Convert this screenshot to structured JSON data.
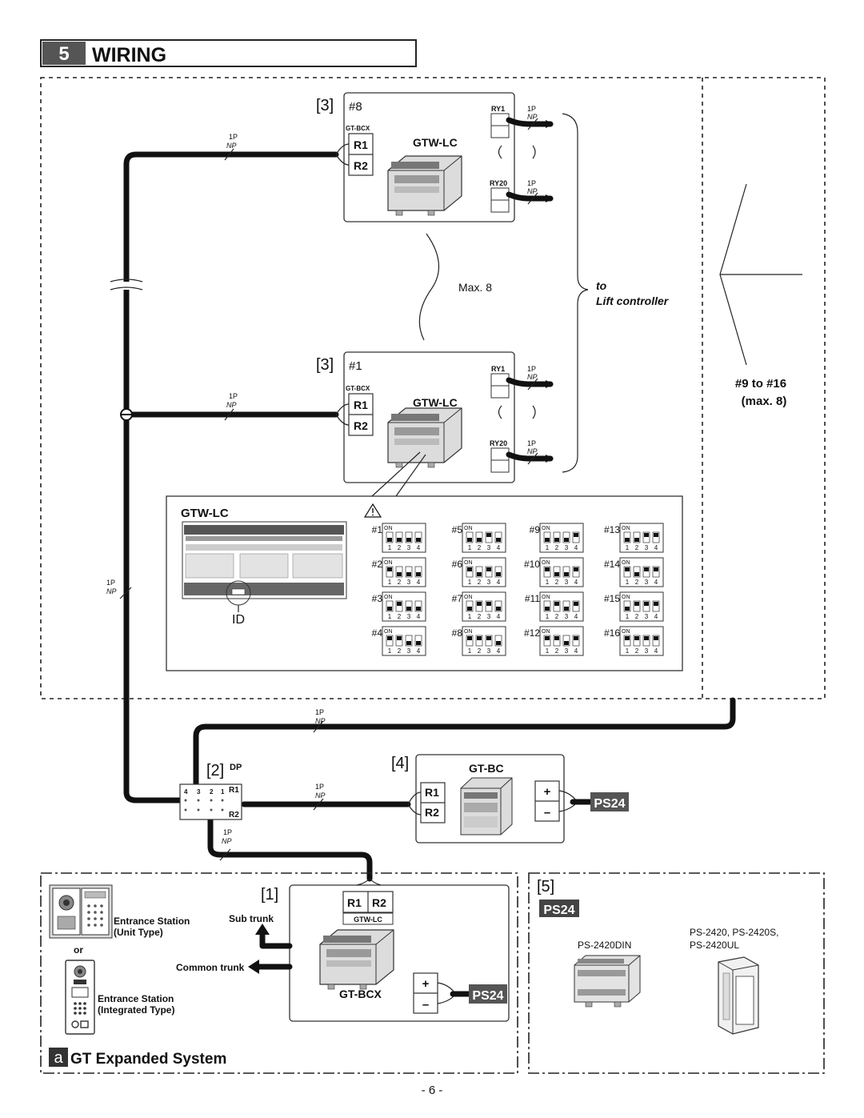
{
  "header": {
    "section_number": "5",
    "title": "WIRING"
  },
  "unit": {
    "tag": "[3]",
    "dev_top": "#8",
    "dev_bottom": "#1",
    "bus_label": "GT-BCX",
    "r1": "R1",
    "r2": "R2",
    "model": "GTW-LC",
    "ry_first": "RY1",
    "ry_last": "RY20"
  },
  "cable": {
    "pairs": "1P",
    "type": "NP"
  },
  "max_label": "Max. 8",
  "lift": {
    "to": "to",
    "target": "Lift controller"
  },
  "expansion": {
    "range": "#9 to #16",
    "max": "(max. 8)"
  },
  "dip": {
    "model_label": "GTW-LC",
    "id_label": "ID",
    "on_label": "ON",
    "switch_numbers": [
      "1",
      "2",
      "3",
      "4"
    ],
    "units": [
      "#1",
      "#2",
      "#3",
      "#4",
      "#5",
      "#6",
      "#7",
      "#8",
      "#9",
      "#10",
      "#11",
      "#12",
      "#13",
      "#14",
      "#15",
      "#16"
    ]
  },
  "dp": {
    "tag": "[2]",
    "label": "DP",
    "terminals": [
      "4",
      "3",
      "2",
      "1"
    ],
    "r1": "R1",
    "r2": "R2"
  },
  "gtbc": {
    "tag": "[4]",
    "model": "GT-BC",
    "r1": "R1",
    "r2": "R2",
    "plus": "+",
    "minus": "–",
    "power": "PS24"
  },
  "gtbcx": {
    "tag": "[1]",
    "r1": "R1",
    "r2": "R2",
    "sub_label": "GTW-LC",
    "model": "GT-BCX",
    "plus": "+",
    "minus": "–",
    "power": "PS24"
  },
  "entrance": {
    "unit_line1": "Entrance Station",
    "unit_line2": "(Unit Type)",
    "or": "or",
    "integrated_line1": "Entrance Station",
    "integrated_line2": "(Integrated Type)",
    "sub_trunk": "Sub trunk",
    "common_trunk": "Common trunk"
  },
  "system": {
    "letter": "a",
    "name": "GT Expanded System"
  },
  "ps24_panel": {
    "tag": "[5]",
    "badge": "PS24",
    "din_model": "PS-2420DIN",
    "other_models_line1": "PS-2420, PS-2420S,",
    "other_models_line2": "PS-2420UL"
  },
  "page_number": "- 6 -"
}
